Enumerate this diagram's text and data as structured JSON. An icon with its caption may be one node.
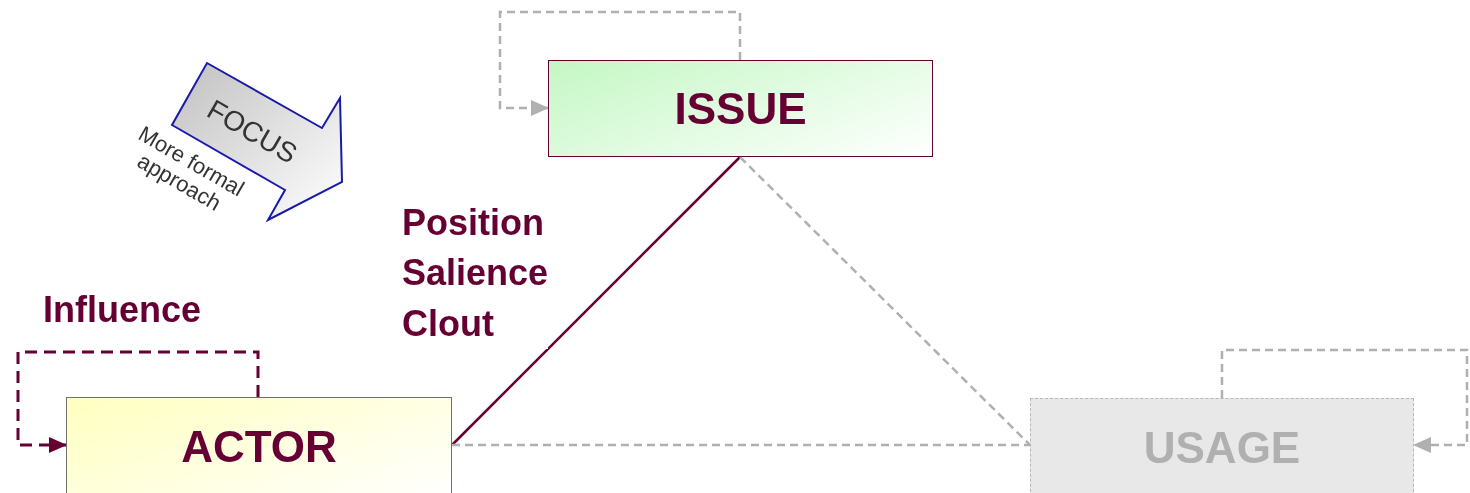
{
  "diagram": {
    "nodes": [
      {
        "text": [
          "FOCUS"
        ],
        "beside": [
          "More formal approach"
        ]
      },
      {
        "text": [
          "ISSUE"
        ]
      },
      {
        "text": [
          "ACTOR"
        ]
      },
      {
        "text": [
          "USAGE"
        ]
      }
    ],
    "edges": [
      {
        "from": 1,
        "to": 1,
        "arrow": "to",
        "style": "dashed"
      },
      {
        "from": 2,
        "to": 2,
        "arrow": "to",
        "style": "dashed",
        "color": "#660033",
        "label": "Influence"
      },
      {
        "from": 2,
        "to": 1,
        "arrow": "none",
        "color": "#660033",
        "label": "Position Salience Clout"
      },
      {
        "from": 1,
        "to": 3,
        "arrow": "none",
        "style": "dashed"
      },
      {
        "from": 2,
        "to": 3,
        "arrow": "none",
        "style": "dashed"
      },
      {
        "from": 3,
        "to": 3,
        "arrow": "to",
        "style": "dashed"
      }
    ]
  }
}
